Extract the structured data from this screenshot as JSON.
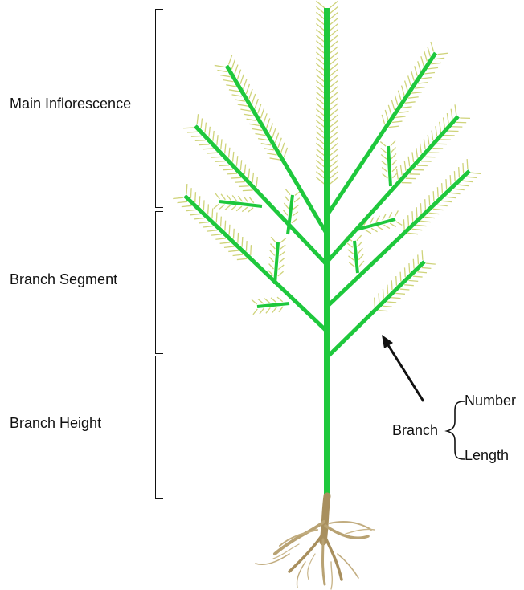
{
  "sections": {
    "main_inflorescence": "Main Inflorescence",
    "branch_segment": "Branch Segment",
    "branch_height": "Branch Height"
  },
  "branch_traits": {
    "label": "Branch",
    "number": "Number",
    "length": "Length"
  },
  "colors": {
    "stem": "#1ec83c",
    "spikelet": "#cfd37a",
    "root": "#b09a6a",
    "annotation": "#111111"
  }
}
